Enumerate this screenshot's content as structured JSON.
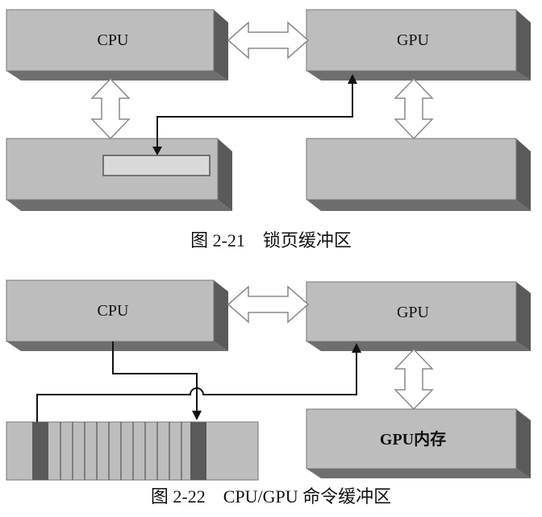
{
  "figure1": {
    "cpu_label": "CPU",
    "gpu_label": "GPU",
    "caption": "图 2-21　锁页缓冲区"
  },
  "figure2": {
    "cpu_label": "CPU",
    "gpu_label": "GPU",
    "gpu_memory_label": "GPU内存",
    "caption": "图 2-22　CPU/GPU 命令缓冲区"
  }
}
